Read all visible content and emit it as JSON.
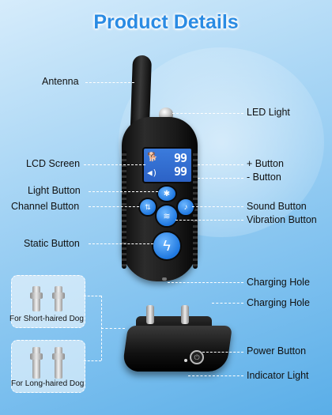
{
  "title": "Product Details",
  "labels_left": {
    "antenna": "Antenna",
    "lcd_screen": "LCD Screen",
    "light_button": "Light Button",
    "channel_button": "Channel Button",
    "static_button": "Static Button"
  },
  "labels_right": {
    "led_light": "LED Light",
    "plus_button": "+ Button",
    "minus_button": "- Button",
    "sound_button": "Sound Button",
    "vibration_button": "Vibration Button",
    "charging_hole_remote": "Charging Hole",
    "charging_hole_collar": "Charging Hole",
    "power_button": "Power Button",
    "indicator_light": "Indicator Light"
  },
  "lcd": {
    "top_value": "99",
    "bottom_value": "99"
  },
  "accessories": {
    "short": "For Short-haired Dog",
    "long": "For Long-haired Dog"
  },
  "icons": [
    "dog-icon",
    "volume-icon",
    "battery-icon",
    "light-icon",
    "channel-icon",
    "sound-icon",
    "vibration-icon",
    "static-icon",
    "power-icon"
  ]
}
